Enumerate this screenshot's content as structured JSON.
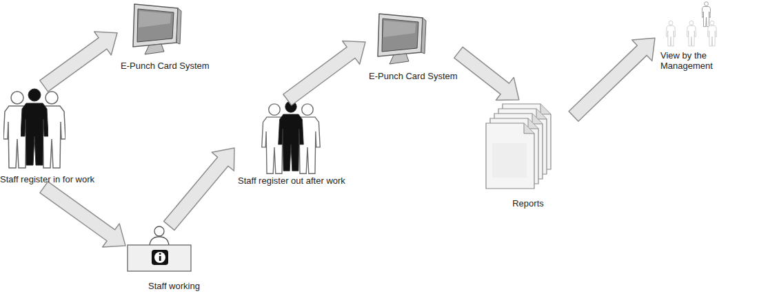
{
  "diagram": {
    "nodes": [
      {
        "text": [
          "Staff register in for work"
        ]
      },
      {
        "text": [
          "E-Punch Card System"
        ]
      },
      {
        "text": [
          "Staff working"
        ]
      },
      {
        "text": [
          "Staff register out after work"
        ]
      },
      {
        "text": [
          "E-Punch Card System"
        ]
      },
      {
        "text": [
          "Reports"
        ]
      },
      {
        "text": [
          "View by the Management"
        ]
      }
    ],
    "edges": [
      {
        "from": 0,
        "to": 1,
        "arrow": "to"
      },
      {
        "from": 0,
        "to": 2,
        "arrow": "to"
      },
      {
        "from": 2,
        "to": 3,
        "arrow": "to"
      },
      {
        "from": 3,
        "to": 4,
        "arrow": "to"
      },
      {
        "from": 4,
        "to": 5,
        "arrow": "to"
      },
      {
        "from": 5,
        "to": 6,
        "arrow": "to"
      }
    ]
  }
}
